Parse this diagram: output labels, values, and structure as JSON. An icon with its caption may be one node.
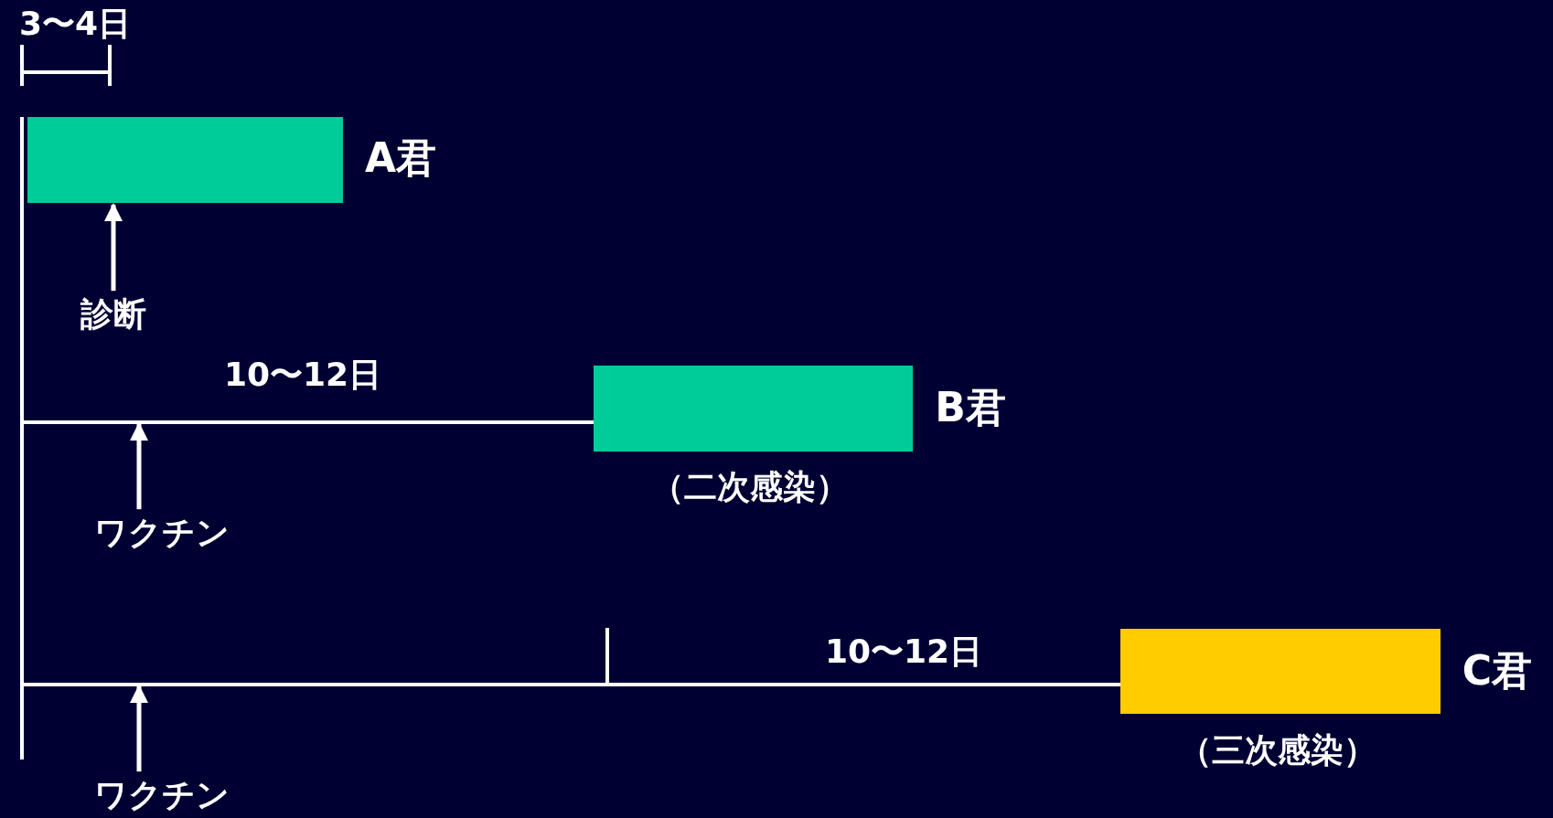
{
  "diagram": {
    "nodes": [
      {
        "text": [],
        "shape": "bar",
        "beside": [
          "A君"
        ]
      },
      {
        "text": [
          "診断"
        ]
      },
      {
        "text": [],
        "shape": "bar",
        "beside": [
          "B君",
          "（二次感染）"
        ]
      },
      {
        "text": [
          "ワクチン"
        ]
      },
      {
        "text": [],
        "shape": "bar",
        "beside": [
          "C君",
          "（三次感染）"
        ]
      },
      {
        "text": [
          "ワクチン"
        ]
      },
      {
        "text": [],
        "shape": "bar"
      }
    ],
    "edges": [
      {
        "from": 1,
        "to": 0,
        "arrow": "to"
      },
      {
        "from": 3,
        "to": null,
        "arrow": "to"
      },
      {
        "from": 5,
        "to": null,
        "arrow": "to"
      },
      {
        "from": 6,
        "to": 2,
        "arrow": "none"
      },
      {
        "from": 6,
        "to": 4,
        "arrow": "none"
      }
    ],
    "labels": [
      "3〜4日",
      "10〜12日",
      "10〜12日"
    ]
  }
}
